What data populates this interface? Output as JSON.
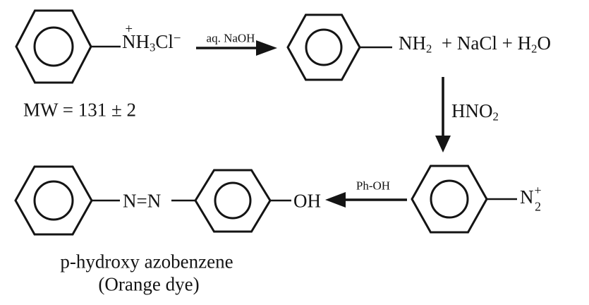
{
  "colors": {
    "ink": "#141414",
    "background": "#ffffff"
  },
  "scheme": {
    "anilinium": {
      "formula": [
        {
          "t": "N",
          "above": "+"
        },
        {
          "t": "H"
        },
        {
          "t": "3",
          "s": "sub"
        },
        {
          "t": "Cl"
        },
        {
          "t": "−",
          "s": "sup"
        }
      ],
      "mw": "MW = 131 ± 2"
    },
    "arrow1": {
      "label": "aq. NaOH"
    },
    "aniline": {
      "formula": [
        {
          "t": "NH"
        },
        {
          "t": "2",
          "s": "sub"
        },
        {
          "t": "  + NaCl + H"
        },
        {
          "t": "2",
          "s": "sub"
        },
        {
          "t": "O"
        }
      ]
    },
    "arrow2": {
      "label": [
        {
          "t": "HNO"
        },
        {
          "t": "2",
          "s": "sub"
        }
      ]
    },
    "diazonium": {
      "formula": [
        {
          "t": "N"
        },
        {
          "stack": [
            "+",
            "2"
          ]
        }
      ]
    },
    "arrow3": {
      "label": "Ph-OH"
    },
    "product": {
      "azo": "N=N",
      "hydroxyl": "OH",
      "name": "p-hydroxy azobenzene",
      "subtitle": "(Orange dye)"
    }
  }
}
